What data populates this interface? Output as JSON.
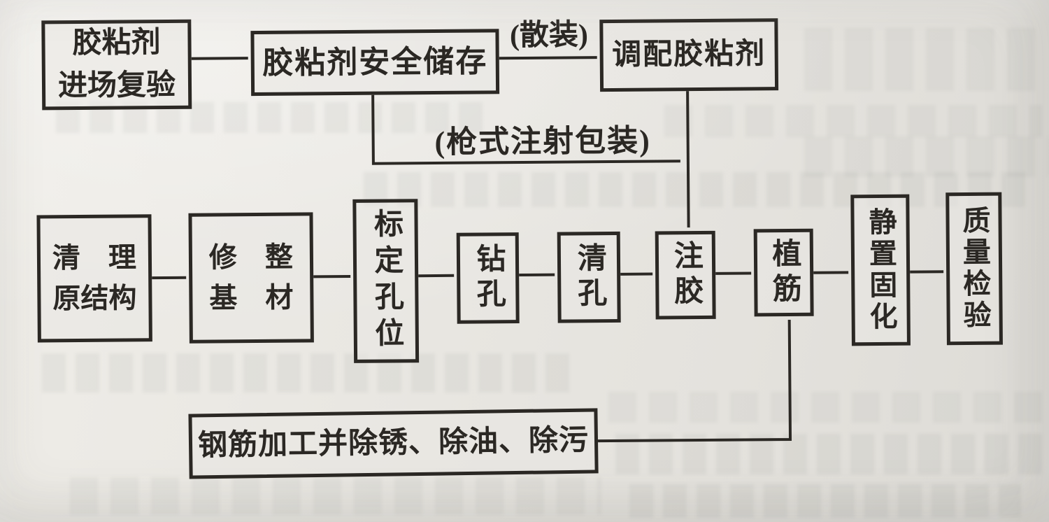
{
  "meta": {
    "description": "Scanned book flowchart of rebar-planting (chemical anchoring) construction process",
    "ink_color": "#2b2824",
    "paper_color": "#e7e5e0"
  },
  "flowchart": {
    "nodes": {
      "adhesive_incoming_check": {
        "lines": [
          "胶粘剂",
          "进场复验"
        ]
      },
      "adhesive_safe_storage": {
        "label": "胶粘剂安全储存"
      },
      "mix_adhesive": {
        "label": "调配胶粘剂"
      },
      "clean_original_structure": {
        "lines": [
          "清　理",
          "原结构"
        ]
      },
      "trim_substrate": {
        "lines": [
          "修　整",
          "基　材"
        ]
      },
      "mark_hole_positions": {
        "label": "标定孔位"
      },
      "drill_hole": {
        "label": "钻孔"
      },
      "clean_hole": {
        "label": "清孔"
      },
      "inject_adhesive": {
        "label": "注胶"
      },
      "plant_rebar": {
        "label": "植筋"
      },
      "static_curing": {
        "label": "静置固化"
      },
      "quality_inspection": {
        "label": "质量检验"
      },
      "rebar_preparation": {
        "label": "钢筋加工并除锈、除油、除污"
      }
    },
    "edge_labels": {
      "bulk_packaging": "(散装)",
      "gun_injection_packaging": "(枪式注射包装)"
    }
  }
}
